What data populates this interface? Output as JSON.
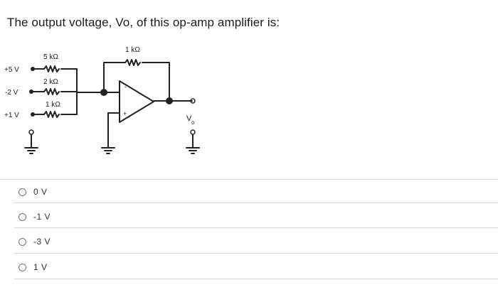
{
  "question": {
    "text": "The output voltage, Vo, of this op-amp amplifier is:"
  },
  "circuit": {
    "inputs": [
      {
        "voltage": "+5 V",
        "resistor": "5 kΩ"
      },
      {
        "voltage": "-2 V",
        "resistor": "2 kΩ"
      },
      {
        "voltage": "+1 V",
        "resistor": "1 kΩ"
      }
    ],
    "feedback_resistor": "1 kΩ",
    "output_label": "V",
    "output_subscript": "o",
    "minus_sign": "-",
    "plus_sign": "+"
  },
  "options": [
    {
      "label": "0 V"
    },
    {
      "label": "-1 V"
    },
    {
      "label": "-3 V"
    },
    {
      "label": "1 V"
    }
  ]
}
